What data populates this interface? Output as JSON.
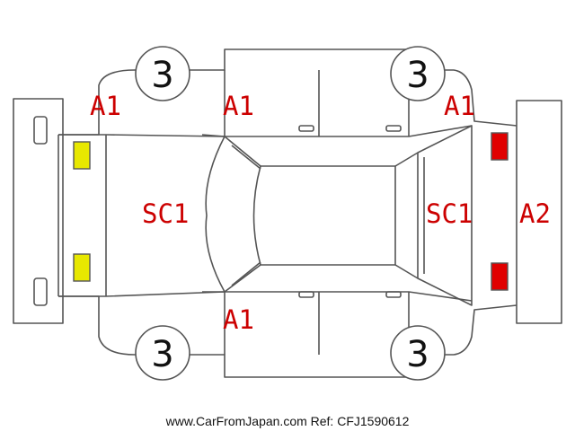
{
  "colors": {
    "outline": "#555555",
    "damage_label": "#cc0000",
    "front_lamp": "#e8e800",
    "rear_lamp": "#e00000",
    "tire_text": "#111111"
  },
  "tires": {
    "front_left": "3",
    "rear_left": "3",
    "front_right": "3",
    "rear_right": "3"
  },
  "damage_labels": {
    "front_fender_top": "A1",
    "front_door_top": "A1",
    "rear_quarter_top": "A1",
    "hood": "SC1",
    "rear_hatch": "SC1",
    "rear_bumper": "A2",
    "front_door_bottom": "A1"
  },
  "footer": {
    "text": "www.CarFromJapan.com Ref: CFJ1590612"
  }
}
